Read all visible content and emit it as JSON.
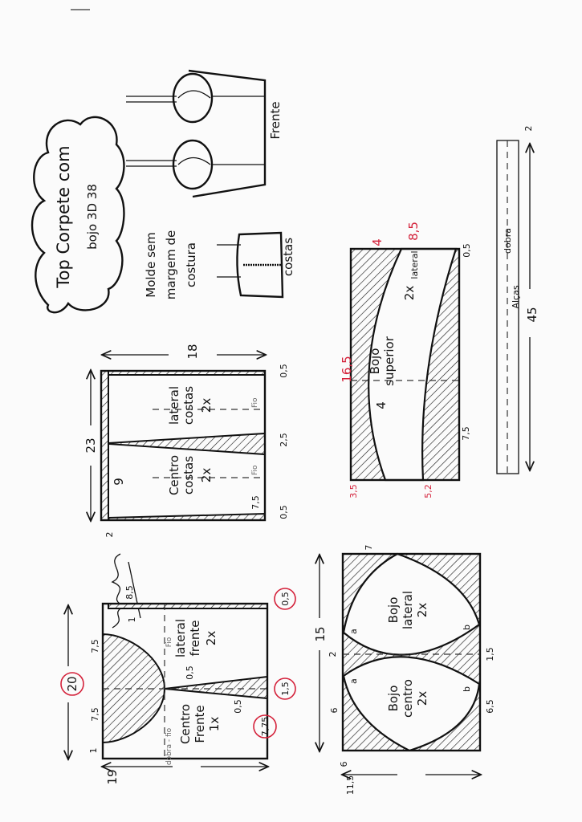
{
  "title": {
    "line1": "Top Corpete com",
    "line2": "bojo 3D 38"
  },
  "note": {
    "line1": "Molde sem",
    "line2": "margem de",
    "line3": "costura"
  },
  "illustrations": {
    "front_label": "Frente",
    "back_label": "costas"
  },
  "back_pattern": {
    "lateral": {
      "name1": "lateral",
      "name2": "costas",
      "qty": "2x"
    },
    "centro": {
      "name1": "Centro",
      "name2": "costas",
      "qty": "2x"
    },
    "grain": "Fio",
    "dims": {
      "width": "18",
      "height": "23",
      "center_left": "9",
      "center_right": "7,5",
      "dart": "2,5",
      "top_right": "0,5",
      "bottom_right": "0,5",
      "bottom": "2"
    }
  },
  "front_pattern": {
    "lateral": {
      "name1": "lateral",
      "name2": "frente",
      "qty": "2x"
    },
    "centro": {
      "name1": "Centro",
      "name2": "Frente",
      "qty": "1x"
    },
    "fold": "dobra - fio",
    "grain": "Fio",
    "dims": {
      "height": "20",
      "top_width": "8,5",
      "width": "19",
      "cup_upper": "7,5",
      "cup_lower": "7,5",
      "bottom_offset": "1",
      "top_offset": "1",
      "top_right": "0,5",
      "dart": "1,5",
      "lower_right": "7,75",
      "dart_side_a": "0,5",
      "dart_side_b": "0,5"
    }
  },
  "bojo_superior": {
    "name1": "Bojo",
    "name2": "superior",
    "qty": "2x",
    "lateral": "lateral",
    "dims": {
      "width": "8,5",
      "top_offset": "4",
      "height": "16,5",
      "mid": "4",
      "lower": "7,5",
      "bottom_left": "3,5",
      "bottom_mid": "5,2",
      "corner": "0,5"
    }
  },
  "bojo_lateral_centro": {
    "lateral": {
      "name1": "Bojo",
      "name2": "lateral",
      "qty": "2x"
    },
    "centro": {
      "name1": "Bojo",
      "name2": "centro",
      "qty": "2x"
    },
    "point_a": "a",
    "point_b": "b",
    "dims": {
      "top": "7",
      "height": "15",
      "gap": "2",
      "left_lower": "6",
      "bottom_offset": "6",
      "width": "11,5",
      "right_gap": "1,5",
      "right_lower": "6,5"
    }
  },
  "strap": {
    "name": "Alças",
    "fold": "dobra",
    "width": "2",
    "length": "45"
  }
}
